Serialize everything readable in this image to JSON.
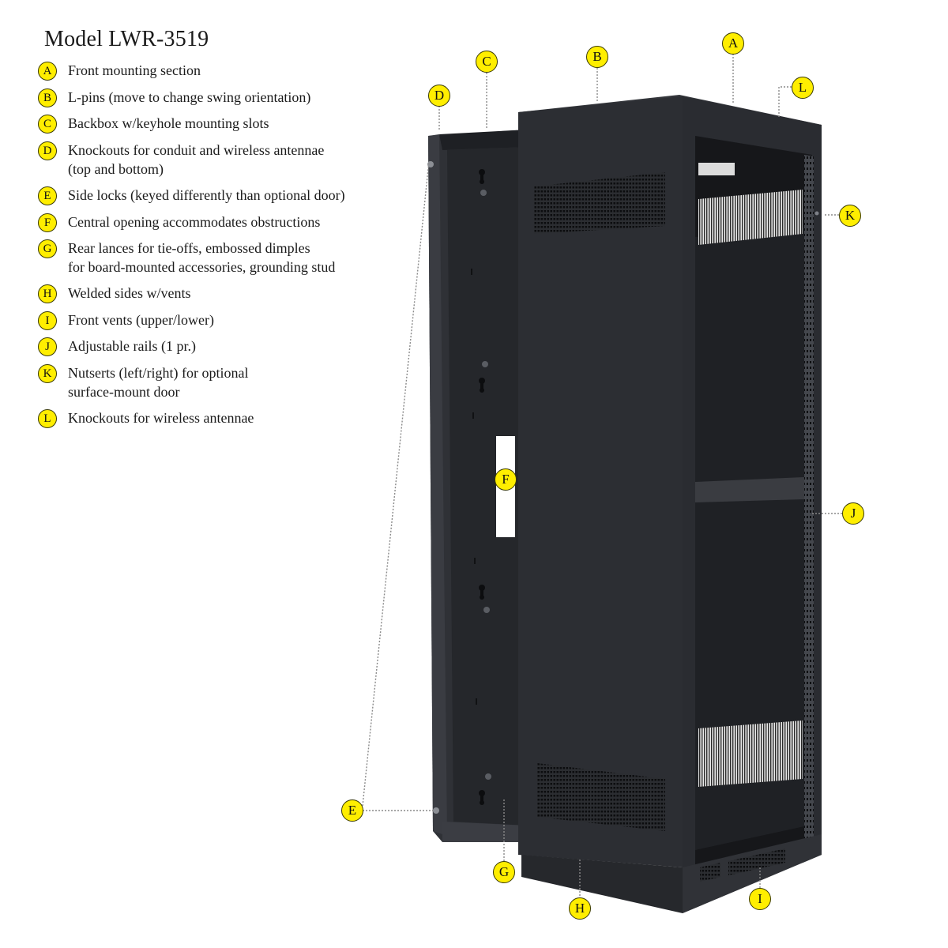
{
  "title": "Model LWR-3519",
  "colors": {
    "badge_fill": "#ffee00",
    "cabinet": "#2b2d31",
    "interior": "#1b1d21",
    "leader": "#8a8a8a"
  },
  "legend": [
    {
      "letter": "A",
      "text": "Front mounting section"
    },
    {
      "letter": "B",
      "text": "L-pins (move to change swing orientation)"
    },
    {
      "letter": "C",
      "text": "Backbox w/keyhole mounting slots"
    },
    {
      "letter": "D",
      "text": "Knockouts for conduit and wireless antennae\n(top and bottom)"
    },
    {
      "letter": "E",
      "text": "Side locks (keyed differently than optional door)"
    },
    {
      "letter": "F",
      "text": "Central opening accommodates obstructions"
    },
    {
      "letter": "G",
      "text": "Rear lances for tie-offs, embossed dimples\nfor board-mounted accessories, grounding stud"
    },
    {
      "letter": "H",
      "text": "Welded sides w/vents"
    },
    {
      "letter": "I",
      "text": "Front vents (upper/lower)"
    },
    {
      "letter": "J",
      "text": "Adjustable rails (1 pr.)"
    },
    {
      "letter": "K",
      "text": "Nutserts (left/right) for optional\nsurface-mount door"
    },
    {
      "letter": "L",
      "text": "Knockouts for wireless antennae"
    }
  ],
  "callouts": [
    "A",
    "B",
    "C",
    "D",
    "E",
    "F",
    "G",
    "H",
    "I",
    "J",
    "K",
    "L"
  ]
}
